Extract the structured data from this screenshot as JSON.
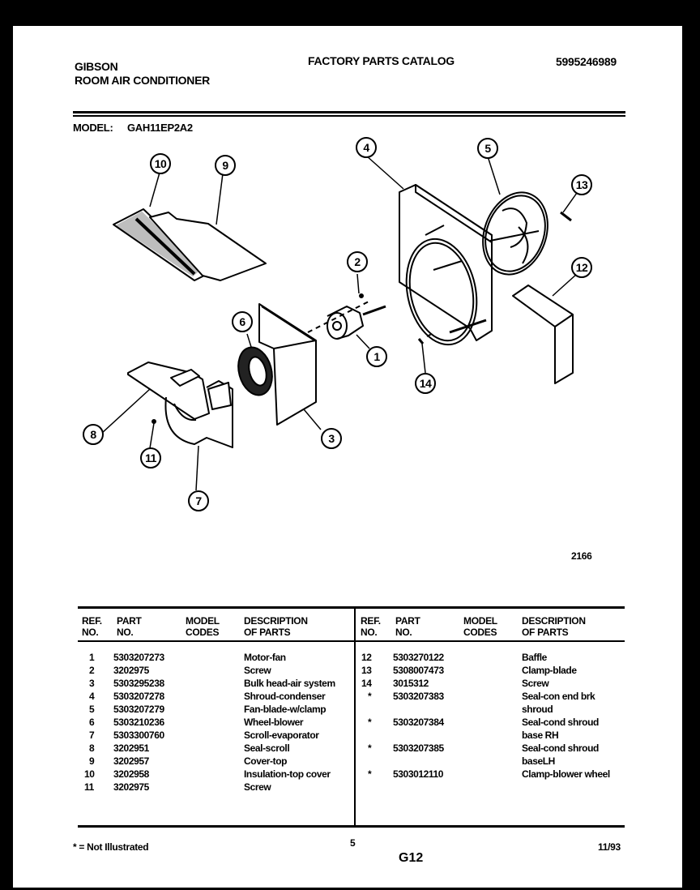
{
  "header": {
    "brand": "GIBSON",
    "product": "ROOM AIR CONDITIONER",
    "catalog_title": "FACTORY PARTS CATALOG",
    "catalog_number": "5995246989",
    "model_label": "MODEL:",
    "model_value": "GAH11EP2A2"
  },
  "diagram": {
    "figure_number": "2166",
    "callouts": [
      "1",
      "2",
      "3",
      "4",
      "5",
      "6",
      "7",
      "8",
      "9",
      "10",
      "11",
      "12",
      "13",
      "14"
    ]
  },
  "table": {
    "columns": {
      "ref_no": [
        "REF.",
        "NO."
      ],
      "part_no": [
        "PART",
        "NO."
      ],
      "model_codes": [
        "MODEL",
        "CODES"
      ],
      "description": [
        "DESCRIPTION",
        "OF PARTS"
      ]
    },
    "left_rows": [
      {
        "ref": "1",
        "part": "5303207273",
        "codes": "",
        "desc": "Motor-fan"
      },
      {
        "ref": "2",
        "part": "3202975",
        "codes": "",
        "desc": "Screw"
      },
      {
        "ref": "3",
        "part": "5303295238",
        "codes": "",
        "desc": "Bulk head-air system"
      },
      {
        "ref": "4",
        "part": "5303207278",
        "codes": "",
        "desc": "Shroud-condenser"
      },
      {
        "ref": "5",
        "part": "5303207279",
        "codes": "",
        "desc": "Fan-blade-w/clamp"
      },
      {
        "ref": "6",
        "part": "5303210236",
        "codes": "",
        "desc": "Wheel-blower"
      },
      {
        "ref": "7",
        "part": "5303300760",
        "codes": "",
        "desc": "Scroll-evaporator"
      },
      {
        "ref": "8",
        "part": "3202951",
        "codes": "",
        "desc": "Seal-scroll"
      },
      {
        "ref": "9",
        "part": "3202957",
        "codes": "",
        "desc": "Cover-top"
      },
      {
        "ref": "10",
        "part": "3202958",
        "codes": "",
        "desc": "Insulation-top cover"
      },
      {
        "ref": "11",
        "part": "3202975",
        "codes": "",
        "desc": "Screw"
      }
    ],
    "right_rows": [
      {
        "ref": "12",
        "part": "5303270122",
        "codes": "",
        "desc": "Baffle",
        "desc2": ""
      },
      {
        "ref": "13",
        "part": "5308007473",
        "codes": "",
        "desc": "Clamp-blade",
        "desc2": ""
      },
      {
        "ref": "14",
        "part": "3015312",
        "codes": "",
        "desc": "Screw",
        "desc2": ""
      },
      {
        "ref": "*",
        "part": "5303207383",
        "codes": "",
        "desc": "Seal-con end brk",
        "desc2": "shroud"
      },
      {
        "ref": "*",
        "part": "5303207384",
        "codes": "",
        "desc": "Seal-cond shroud",
        "desc2": "base RH"
      },
      {
        "ref": "*",
        "part": "5303207385",
        "codes": "",
        "desc": "Seal-cond shroud",
        "desc2": "baseLH"
      },
      {
        "ref": "*",
        "part": "5303012110",
        "codes": "",
        "desc": "Clamp-blower wheel",
        "desc2": ""
      }
    ]
  },
  "footer": {
    "legend": "* = Not Illustrated",
    "page_number": "5",
    "section_code": "G12",
    "date": "11/93"
  }
}
